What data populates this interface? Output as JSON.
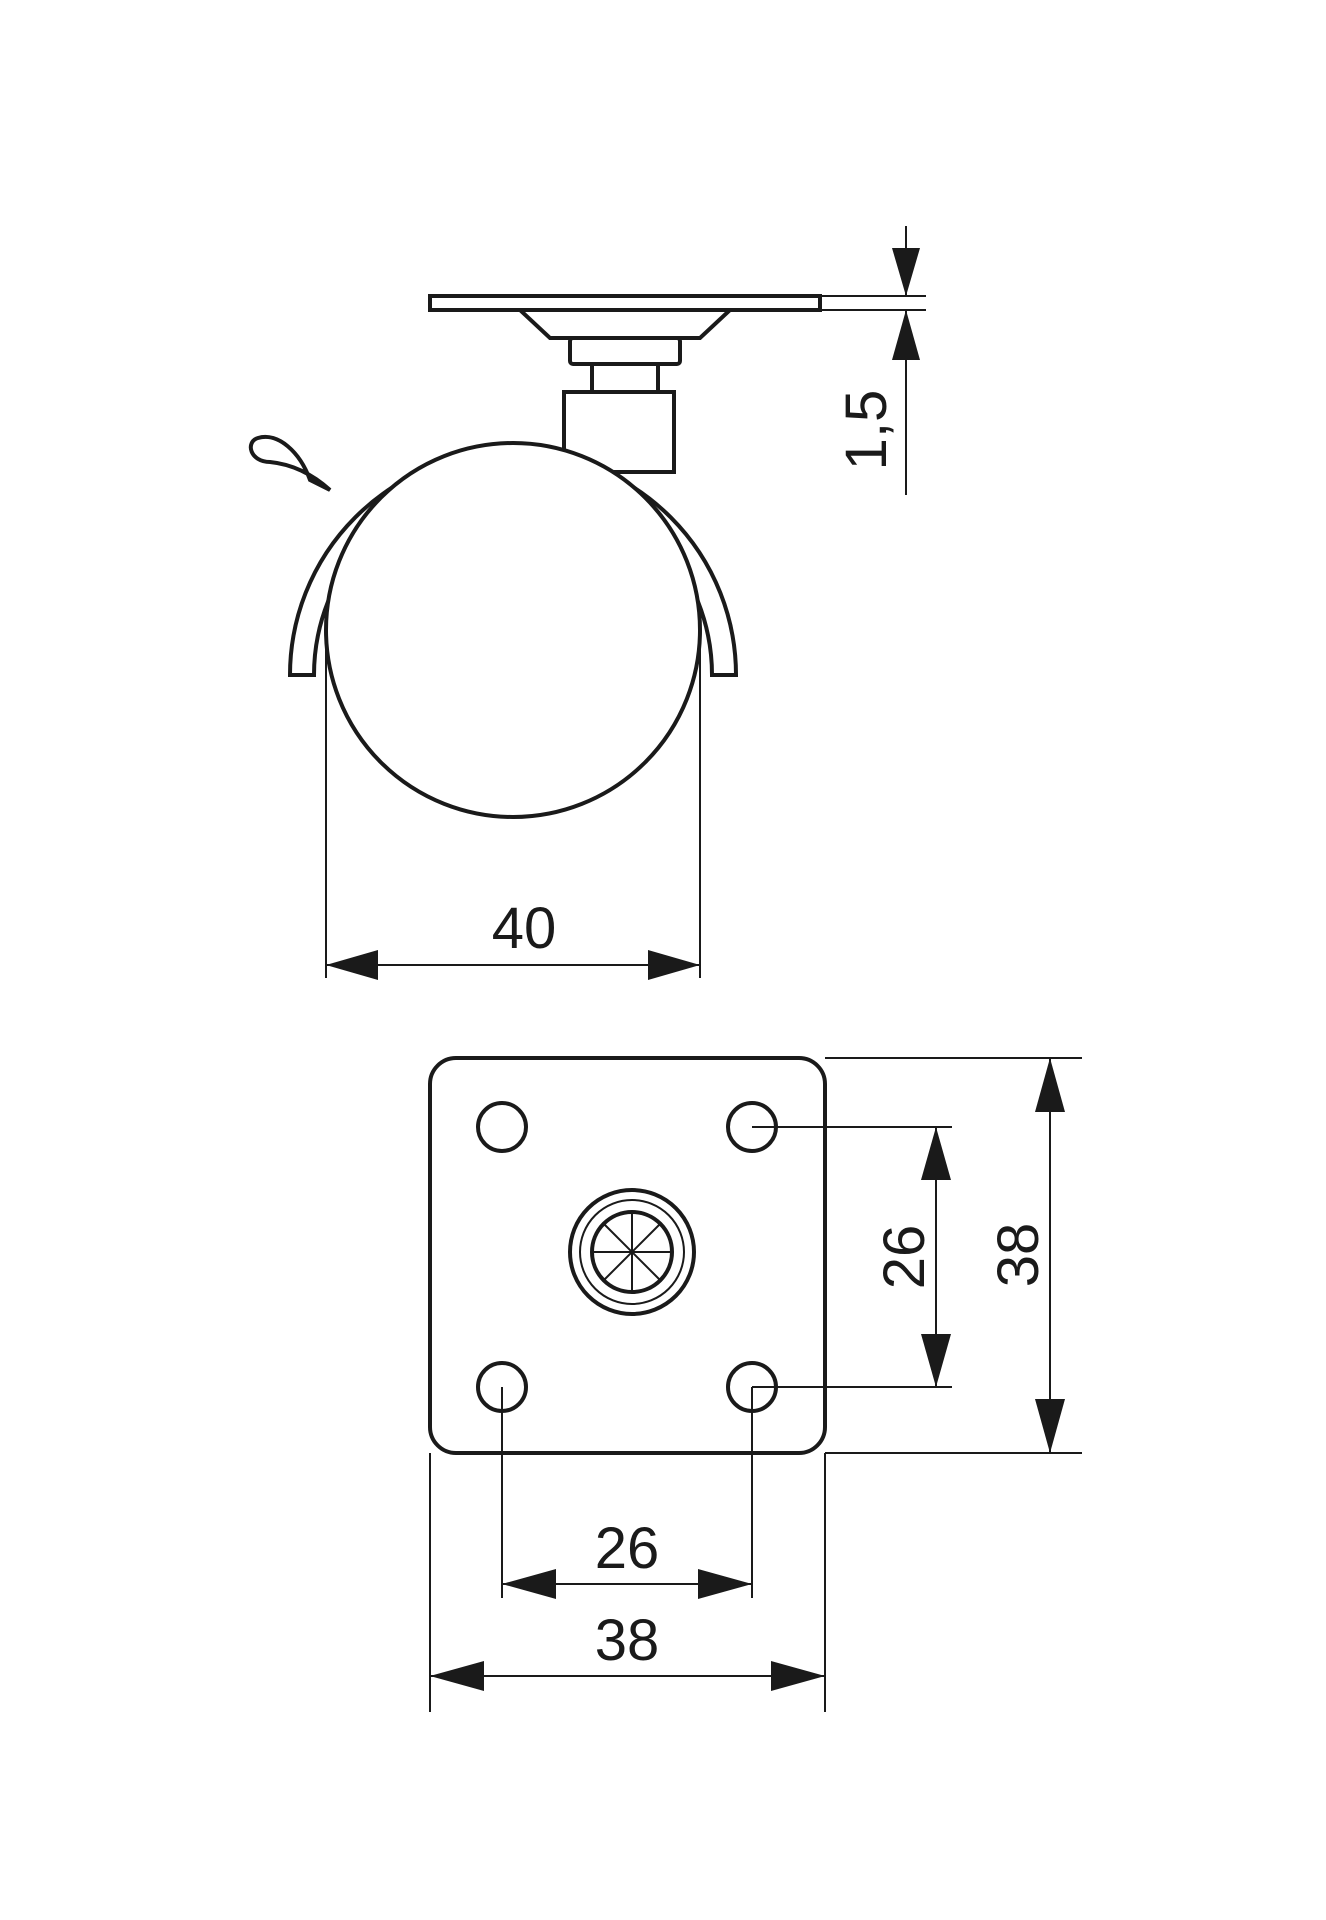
{
  "side_view": {
    "plate_thickness_label": "1,5",
    "wheel_diameter_label": "40"
  },
  "plate_view": {
    "hole_spacing_vertical_label": "26",
    "plate_height_label": "38",
    "hole_spacing_horizontal_label": "26",
    "plate_width_label": "38"
  },
  "colors": {
    "line": "#1a1a1a",
    "background": "#ffffff"
  }
}
